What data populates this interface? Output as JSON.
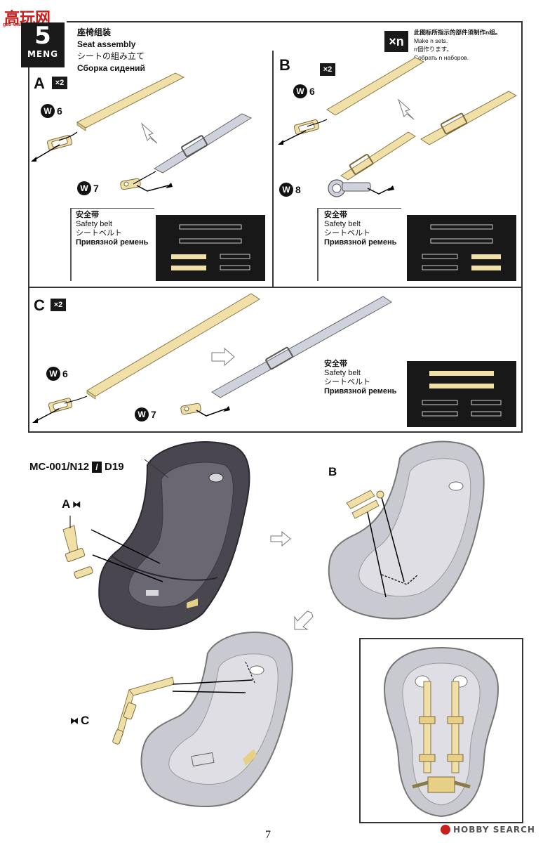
{
  "watermark": {
    "site": "高玩网",
    "url": "gao-wan.com"
  },
  "step": {
    "number": "5",
    "brand": "MENG"
  },
  "title": {
    "zh": "座椅组装",
    "en": "Seat assembly",
    "ja": "シートの組み立て",
    "ru": "Сборка сидений"
  },
  "note": {
    "badge": "×n",
    "zh": "此图标所指示的部件须制作n组。",
    "en": "Make n sets.",
    "ja": "n個作ります。",
    "ru": "Собрать n наборов."
  },
  "sections": {
    "A": {
      "letter": "A",
      "mult": "×2",
      "w6_num": "6",
      "w7_num": "7",
      "w_letter": "W"
    },
    "B": {
      "letter": "B",
      "mult": "×2",
      "w6_num": "6",
      "w8_num": "8",
      "w_letter": "W"
    },
    "C": {
      "letter": "C",
      "mult": "×2",
      "w6_num": "6",
      "w7_num": "7",
      "w_letter": "W"
    }
  },
  "legend": {
    "zh": "安全带",
    "en": "Safety belt",
    "ja": "シートベルト",
    "ru": "Привязной ремень"
  },
  "assembly": {
    "part_ref_a": "MC-001/N12",
    "part_ref_b": "D19",
    "label_a": "A",
    "label_b": "B",
    "label_c": "C"
  },
  "footer": {
    "page": "7",
    "logo": "HOBBY SEARCH"
  },
  "colors": {
    "belt_tan": "#f0dfa6",
    "belt_grey": "#cfd2dc",
    "seat_dark": "#4a4650",
    "seat_light": "#c9c9d1",
    "sheet_bg": "#181818"
  }
}
